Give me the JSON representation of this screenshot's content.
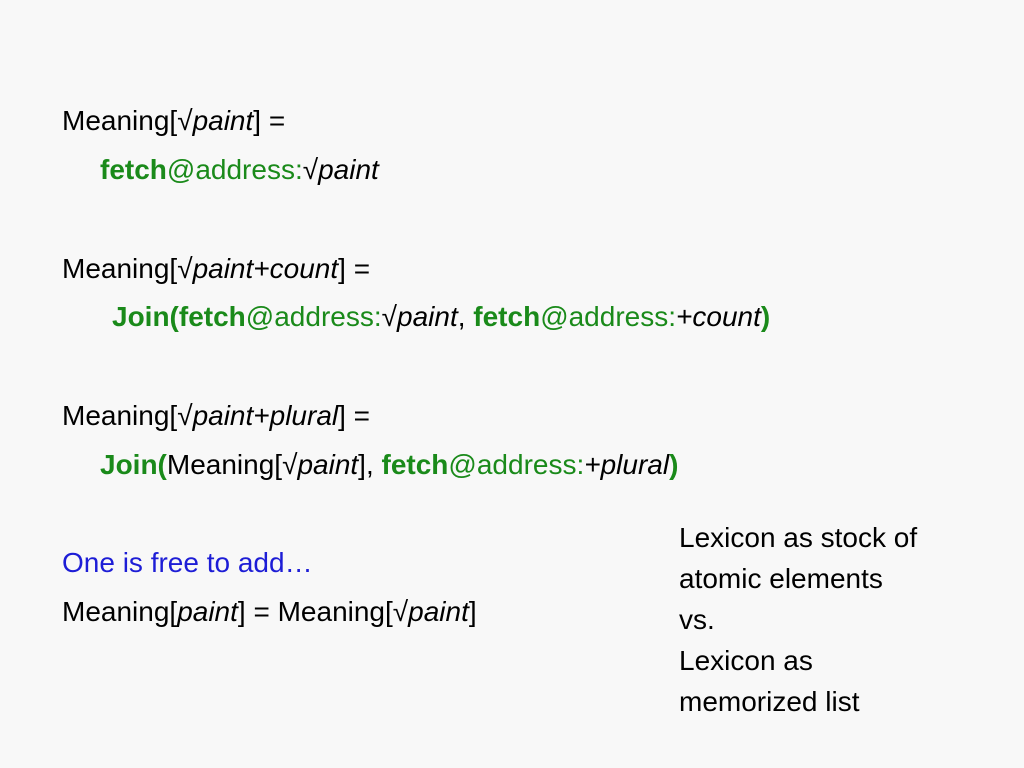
{
  "block1": {
    "line1": {
      "prefix": "Meaning[",
      "root": "√",
      "term": "paint",
      "suffix": "] ="
    },
    "line2": {
      "fetch": "fetch",
      "addr": "@address:",
      "root": "√",
      "term": "paint"
    }
  },
  "block2": {
    "line1": {
      "prefix": "Meaning[",
      "root": "√",
      "term": "paint+count",
      "suffix": "] ="
    },
    "line2": {
      "join_open": "Join(",
      "fetch1": "fetch",
      "addr1": "@address:",
      "root": "√",
      "term1": "paint",
      "comma": ", ",
      "fetch2": "fetch",
      "addr2": "@address:",
      "term2": "+count",
      "join_close": ")"
    }
  },
  "block3": {
    "line1": {
      "prefix": "Meaning[",
      "root": "√",
      "term": "paint+plural",
      "suffix": "] ="
    },
    "line2": {
      "join_open": "Join(",
      "meaning": "Meaning[",
      "root": "√",
      "term1": "paint",
      "close_bracket": "],",
      "space": " ",
      "fetch": "fetch",
      "addr": "@address:",
      "term2": "+plural",
      "join_close": ")"
    }
  },
  "block4": {
    "note": "One is free to add…",
    "line": {
      "prefix": "Meaning[",
      "term1": "paint",
      "middle": "] = Meaning[",
      "root": "√",
      "term2": "paint",
      "suffix": "]"
    }
  },
  "side_note": {
    "lines": [
      "Lexicon as stock of",
      "atomic elements",
      "vs.",
      "Lexicon as",
      "memorized list"
    ]
  }
}
